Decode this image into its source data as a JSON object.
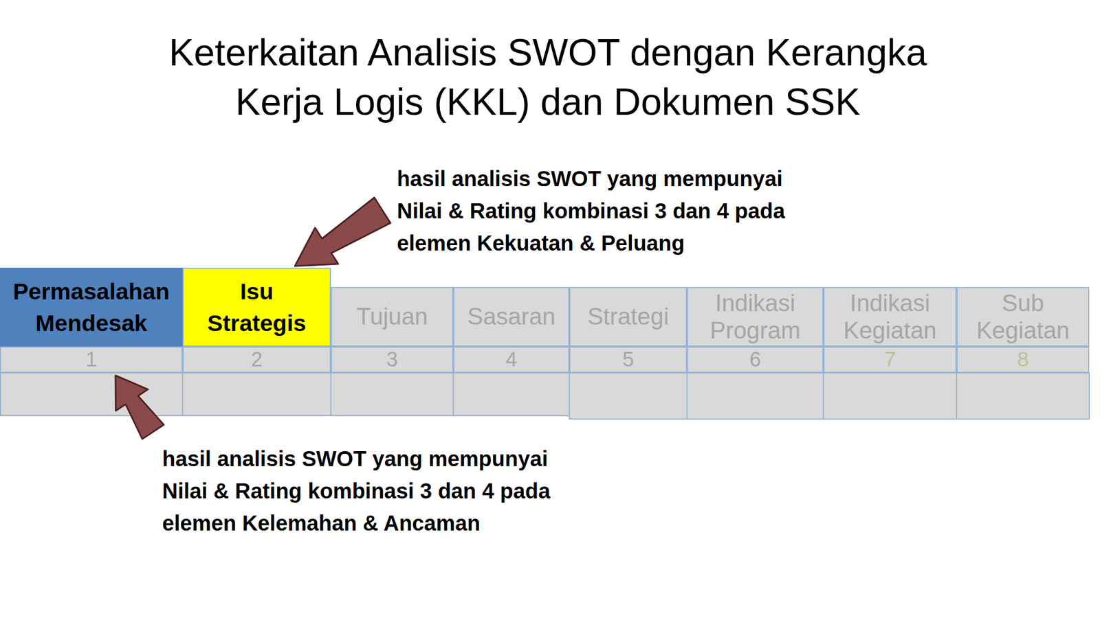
{
  "diagram": {
    "title": "Keterkaitan Analisis SWOT dengan Kerangka Kerja Logis (KKL) dan Dokumen SSK",
    "nodes": [
      {
        "text": [
          "Permasalahan Mendesak"
        ]
      },
      {
        "text": [
          "Isu Strategis"
        ]
      },
      {
        "text": [
          "Tujuan"
        ]
      },
      {
        "text": [
          "Sasaran"
        ]
      },
      {
        "text": [
          "Strategi"
        ]
      },
      {
        "text": [
          "Indikasi Program"
        ]
      },
      {
        "text": [
          "Indikasi Kegiatan"
        ]
      },
      {
        "text": [
          "Sub Kegiatan"
        ]
      },
      {
        "text": [
          "1"
        ]
      },
      {
        "text": [
          "2"
        ]
      },
      {
        "text": [
          "3"
        ]
      },
      {
        "text": [
          "4"
        ]
      },
      {
        "text": [
          "5"
        ]
      },
      {
        "text": [
          "6"
        ]
      },
      {
        "text": [
          "7"
        ]
      },
      {
        "text": [
          "8"
        ]
      }
    ],
    "labels": [
      "hasil analisis SWOT yang mempunyai Nilai & Rating kombinasi 3 dan 4 pada elemen Kekuatan & Peluang",
      "hasil analisis SWOT yang mempunyai Nilai & Rating kombinasi 3 dan 4 pada elemen Kelemahan & Ancaman"
    ]
  }
}
